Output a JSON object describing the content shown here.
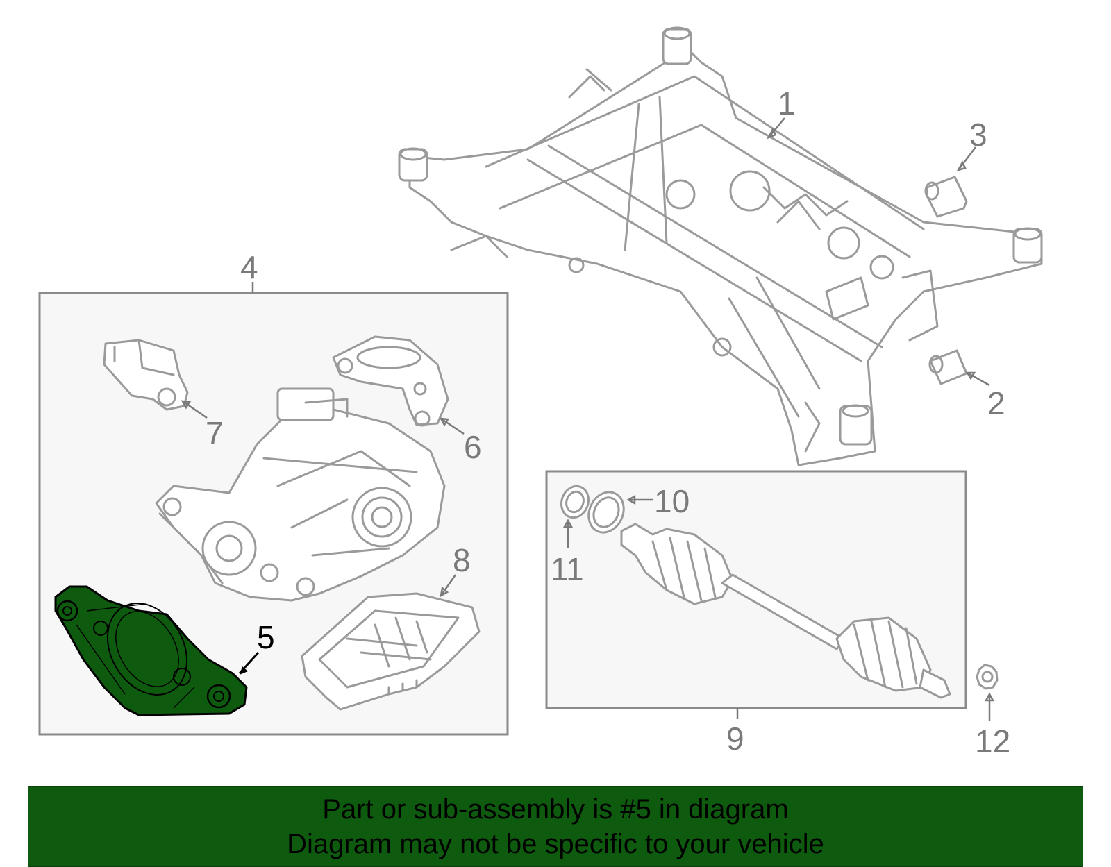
{
  "callouts": {
    "c1": "1",
    "c2": "2",
    "c3": "3",
    "c4": "4",
    "c5": "5",
    "c6": "6",
    "c7": "7",
    "c8": "8",
    "c9": "9",
    "c10": "10",
    "c11": "11",
    "c12": "12"
  },
  "highlight": {
    "part": "5",
    "color": "#0e5a0e"
  },
  "banner": {
    "line1": "Part or sub-assembly is #5 in diagram",
    "line2": "Diagram may not be specific to your vehicle"
  }
}
